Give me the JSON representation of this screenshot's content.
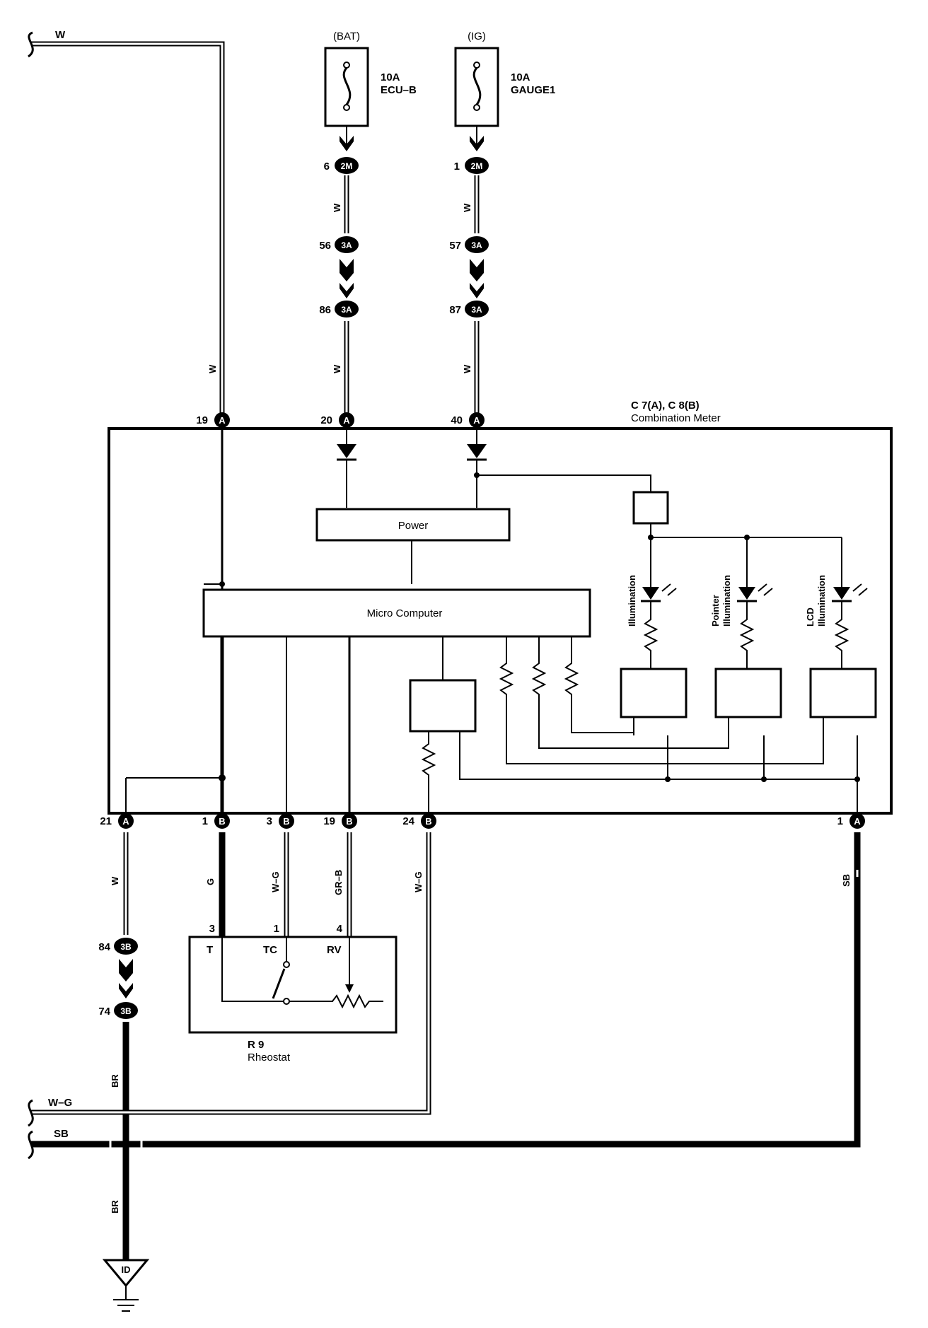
{
  "sources": [
    {
      "supply": "(BAT)",
      "amps": "10A",
      "fuse": "ECU–B"
    },
    {
      "supply": "(IG)",
      "amps": "10A",
      "fuse": "GAUGE1"
    }
  ],
  "connectors": {
    "bat_2m_pin": "6",
    "ig_2m_pin": "1",
    "c2m": "2M",
    "bat_3a_upper_pin": "56",
    "ig_3a_upper_pin": "57",
    "bat_3a_lower_pin": "86",
    "ig_3a_lower_pin": "87",
    "c3a": "3A",
    "j3b_upper_pin": "84",
    "j3b_lower_pin": "74",
    "c3b": "3B"
  },
  "meter_pins": {
    "top": [
      {
        "num": "19",
        "conn": "A"
      },
      {
        "num": "20",
        "conn": "A"
      },
      {
        "num": "40",
        "conn": "A"
      }
    ],
    "bottom": [
      {
        "num": "21",
        "conn": "A"
      },
      {
        "num": "1",
        "conn": "B"
      },
      {
        "num": "3",
        "conn": "B"
      },
      {
        "num": "19",
        "conn": "B"
      },
      {
        "num": "24",
        "conn": "B"
      },
      {
        "num": "1",
        "conn": "A"
      }
    ]
  },
  "meter": {
    "ref": "C 7(A), C 8(B)",
    "name": "Combination Meter",
    "power_block": "Power",
    "micro_block": "Micro Computer",
    "illum": [
      "Illumination",
      "Pointer",
      "Illumination",
      "LCD",
      "Illumination"
    ]
  },
  "wire_colors": {
    "top_left": "W",
    "bat_upper": "W",
    "ig_upper": "W",
    "left_vertical": "W",
    "bat_lower": "W",
    "ig_lower": "W",
    "pin21": "W",
    "pin1b": "G",
    "pin3b": "W–G",
    "pin19b": "GR–B",
    "pin24b": "W–G",
    "pin1a": "SB",
    "br_upper": "BR",
    "br_lower": "BR",
    "bottom_wg": "W–G",
    "bottom_sb": "SB"
  },
  "rheostat": {
    "pins": [
      "3",
      "1",
      "4"
    ],
    "terminals": [
      "T",
      "TC",
      "RV"
    ],
    "ref": "R 9",
    "name": "Rheostat"
  },
  "ground": {
    "label": "ID"
  }
}
